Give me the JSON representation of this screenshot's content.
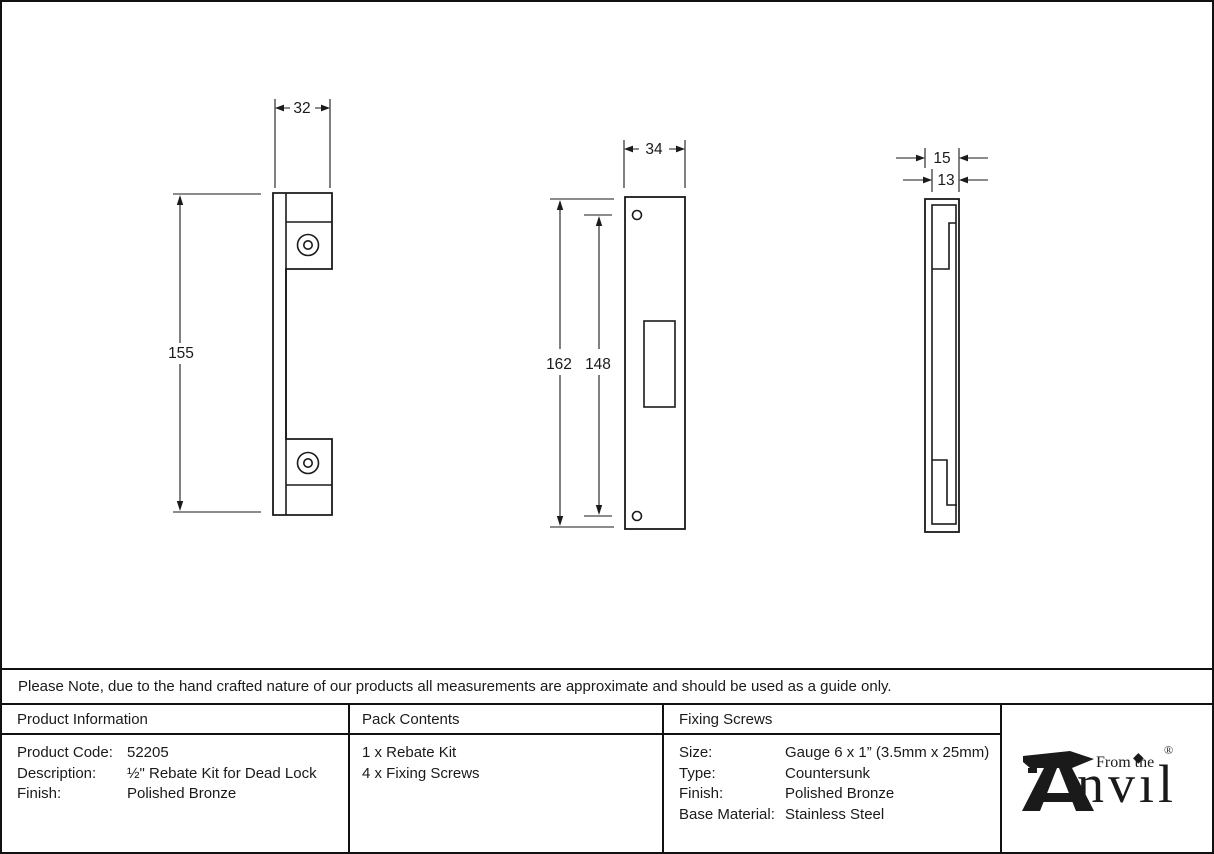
{
  "note": {
    "text": "Please Note, due to the hand crafted nature of our products all measurements are approximate and should be used as a guide only."
  },
  "drawings": {
    "bracket_front_view": {
      "width_mm": "32",
      "height_mm": "155"
    },
    "plate_front_view": {
      "width_mm": "34",
      "overall_height_mm": "162",
      "screw_centres_mm": "148"
    },
    "side_view": {
      "overall_depth_mm": "15",
      "rebate_depth_mm": "13"
    }
  },
  "table": {
    "product_information": {
      "header": "Product Information",
      "rows": [
        {
          "label": "Product Code:",
          "value": "52205"
        },
        {
          "label": "Description:",
          "value": "½\" Rebate Kit for Dead Lock"
        },
        {
          "label": "Finish:",
          "value": "Polished Bronze"
        }
      ]
    },
    "pack_contents": {
      "header": "Pack Contents",
      "items": [
        "1 x Rebate Kit",
        "4 x Fixing Screws"
      ]
    },
    "fixing_screws": {
      "header": "Fixing Screws",
      "rows": [
        {
          "label": "Size:",
          "value": "Gauge 6 x 1” (3.5mm x 25mm)"
        },
        {
          "label": "Type:",
          "value": "Countersunk"
        },
        {
          "label": "Finish:",
          "value": "Polished Bronze"
        },
        {
          "label": "Base Material:",
          "value": "Stainless Steel"
        }
      ]
    }
  },
  "logo": {
    "brand": "Anvil",
    "tagline": "From the",
    "wordmark": "nvıl",
    "i_dot": "◆",
    "registered": "®"
  },
  "colors": {
    "line": "#1a1a1a",
    "background": "#ffffff"
  }
}
